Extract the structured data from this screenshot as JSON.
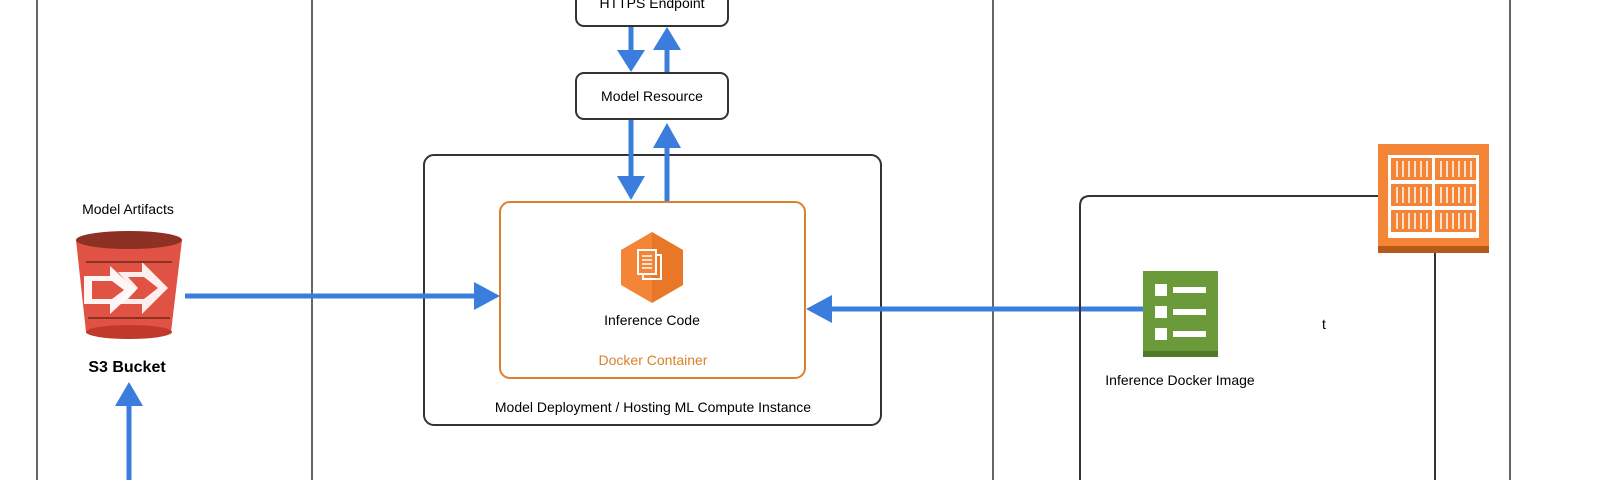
{
  "nodes": {
    "https_endpoint": "HTTPS Endpoint",
    "model_resource": "Model Resource",
    "inference_code": "Inference Code",
    "docker_container": "Docker Container",
    "hosting_instance": "Model Deployment / Hosting ML Compute Instance",
    "model_artifacts": "Model Artifacts",
    "s3_bucket": "S3 Bucket",
    "inference_image": "Inference Docker Image",
    "stray_char": "t"
  },
  "colors": {
    "arrow": "#3b7ddd",
    "s3": "#e05243",
    "s3_dark": "#8c3123",
    "container_orange": "#d9822b",
    "hex_orange": "#f58536",
    "image_green": "#6a9a3a",
    "registry_orange": "#f58536",
    "line": "#333333",
    "lane": "#666666"
  },
  "icons": {
    "s3": "s3-bucket-icon",
    "code": "code-document-icon",
    "image": "docker-image-list-icon",
    "registry": "container-registry-icon"
  }
}
